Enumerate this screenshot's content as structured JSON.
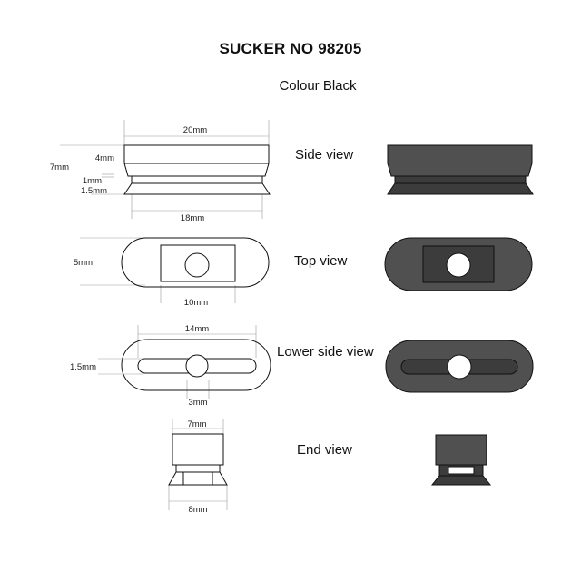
{
  "title": "SUCKER NO 98205",
  "subtitle": "Colour Black",
  "views": {
    "side": "Side view",
    "top": "Top view",
    "lower_side": "Lower side view",
    "end": "End view"
  },
  "dimensions": {
    "side_width": "20mm",
    "side_total_height": "7mm",
    "side_body_height": "4mm",
    "side_gap": "1mm",
    "side_lip": "1.5mm",
    "side_base_width": "18mm",
    "top_height": "5mm",
    "top_rect_width": "10mm",
    "lower_slot_width": "14mm",
    "lower_slot_height": "1.5mm",
    "lower_hole": "3mm",
    "end_top_width": "7mm",
    "end_base_width": "8mm"
  },
  "colors": {
    "dark_fill": "#505050",
    "outline": "#111111"
  }
}
